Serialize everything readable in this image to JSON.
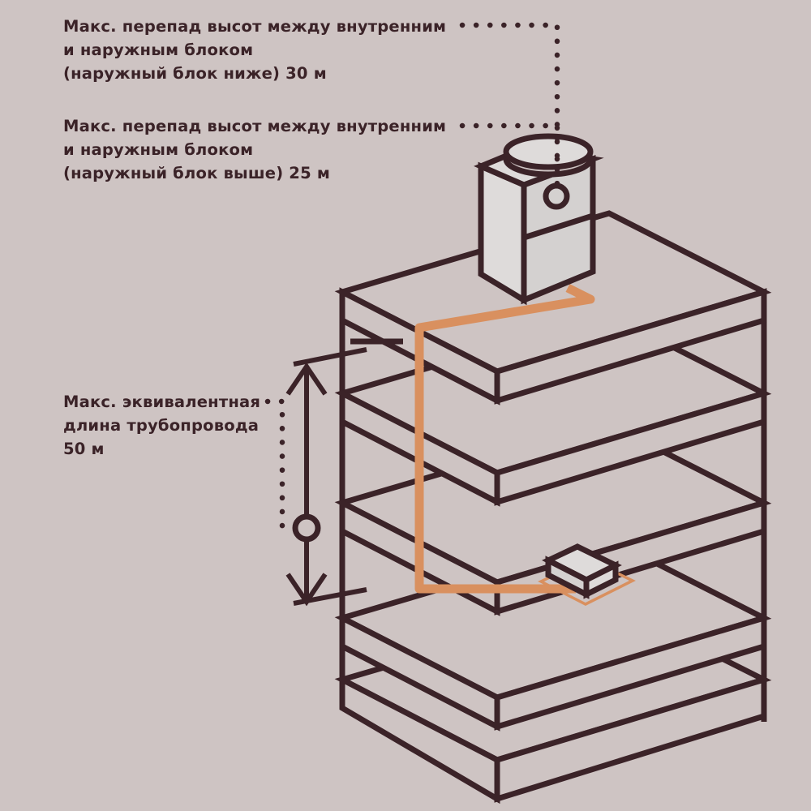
{
  "diagram": {
    "title": "Ограничения по монтажу внутреннего и наружного блоков",
    "background_color": "#cec4c3",
    "line_color": "#3b2328",
    "pipe_color": "#d9905f",
    "unit_face_light": "#dedbda",
    "unit_face_mid": "#d4d1d0"
  },
  "callouts": {
    "upper_drop": {
      "text": "Макс. перепад высот между внутренним\nи наружным блоком\n(наружный блок ниже) 30 м",
      "value": "30 м"
    },
    "lower_drop": {
      "text": "Макс. перепад высот между внутренним\nи наружным блоком\n(наружный блок выше) 25 м",
      "value": "25 м"
    },
    "pipe_length": {
      "text": "Макс. эквивалентная\nдлина трубопровода\n50 м",
      "value": "50 м"
    }
  },
  "elements": {
    "outdoor_unit": "Наружный блок",
    "indoor_unit": "Внутренний блок",
    "building": "Здание в изометрии, 4 перекрытия",
    "refrigerant_pipe": "Трубопровод хладагента",
    "dimension_arrow": "Размерная линия эквивалентной длины"
  }
}
